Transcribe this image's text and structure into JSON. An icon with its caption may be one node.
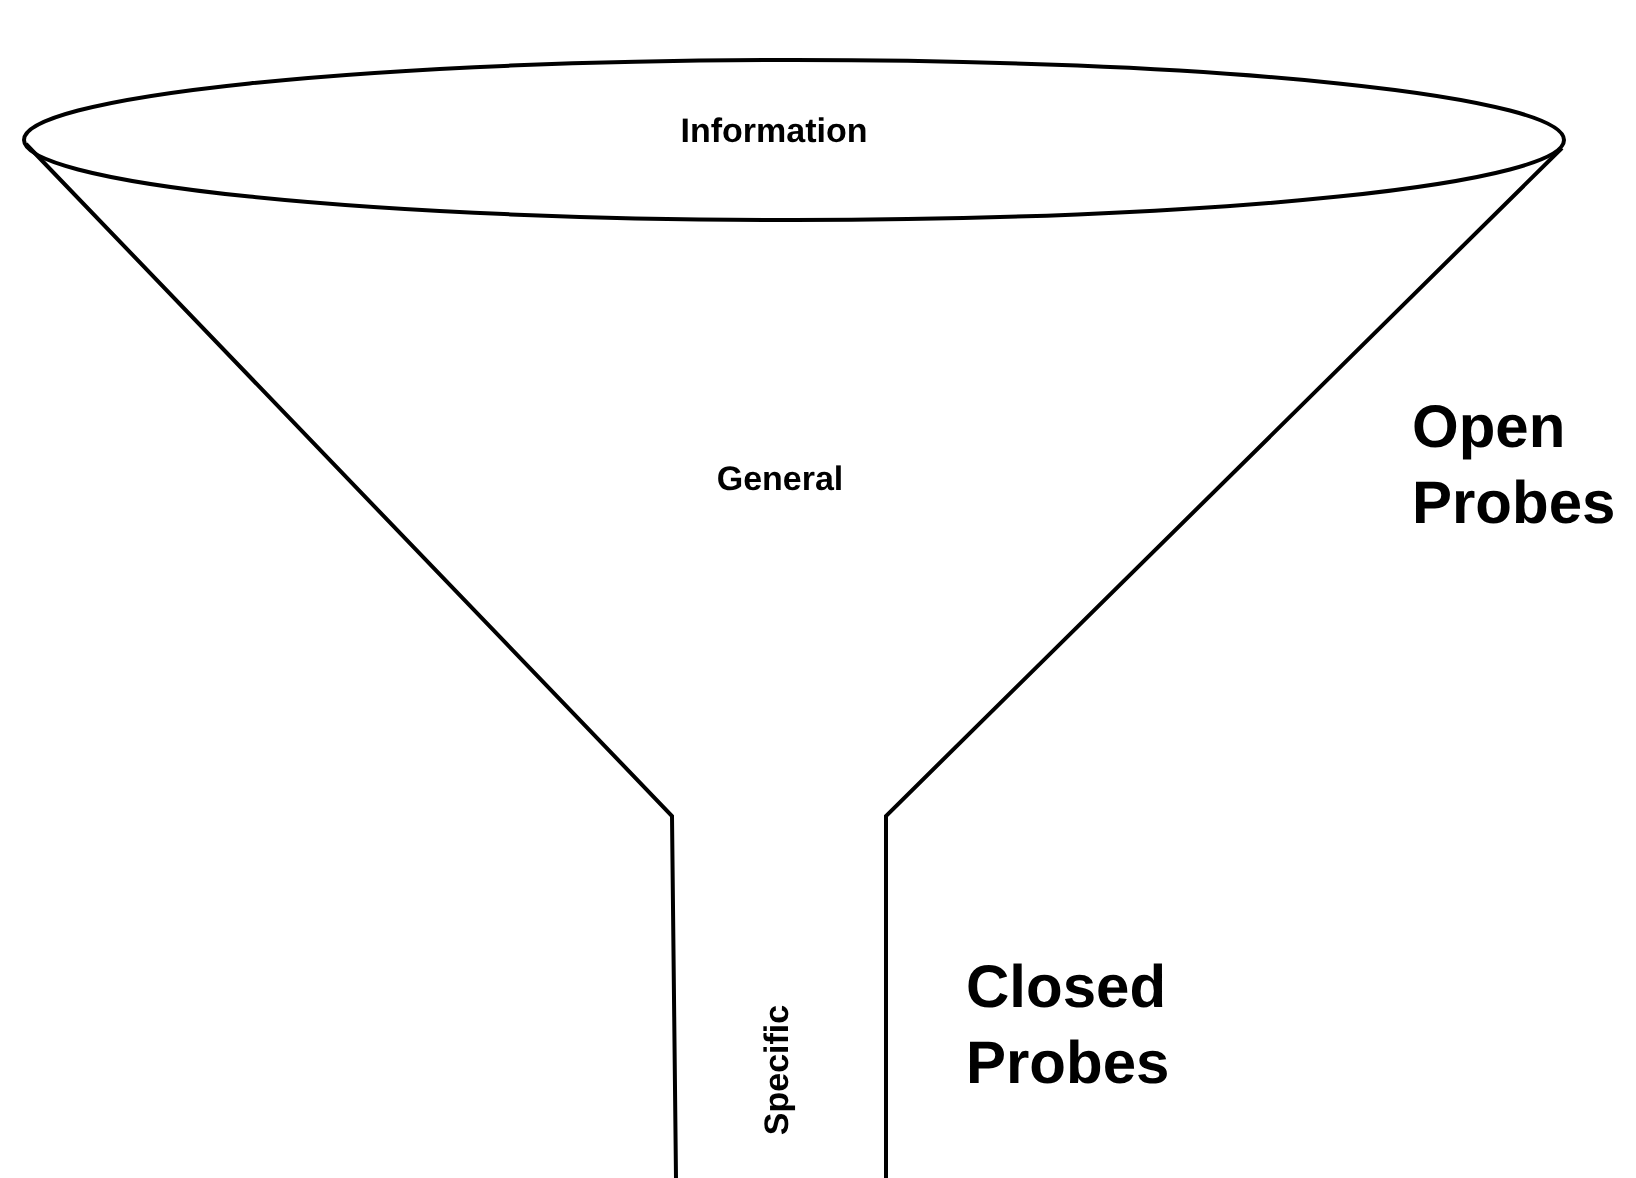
{
  "diagram": {
    "nodes": [
      {
        "text": [
          "Information",
          "General",
          "Specific"
        ]
      }
    ],
    "labels": [
      "Open Probes",
      "Closed Probes"
    ]
  }
}
